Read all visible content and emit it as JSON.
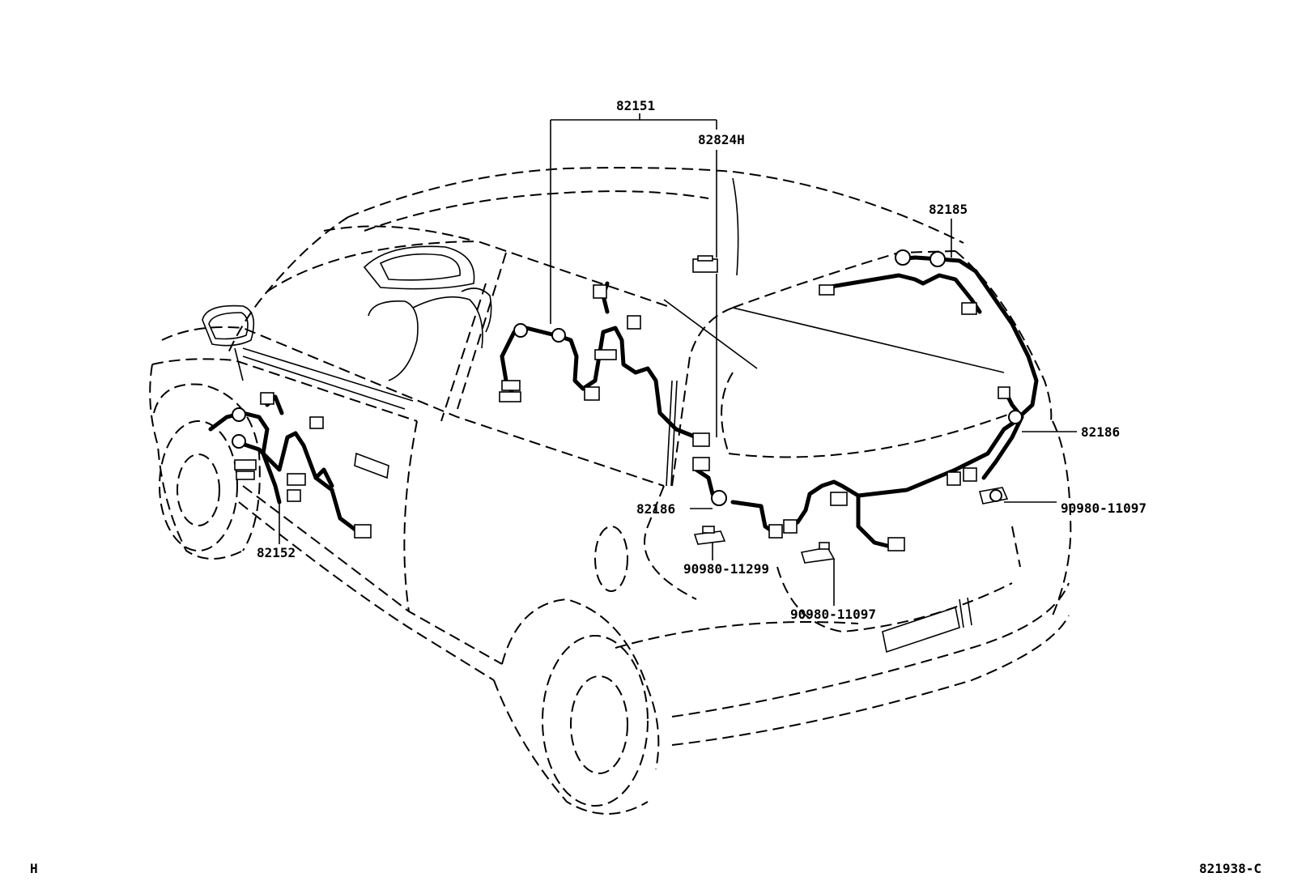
{
  "diagram": {
    "callouts": {
      "main_harness": "82151",
      "junction_block": "82824H",
      "rear_harness_top": "82185",
      "rear_harness_right": "82186",
      "rear_harness_center": "82186",
      "front_harness": "82152",
      "sensor_center": "90980-11299",
      "sensor_bottom": "90980-11097",
      "sensor_right": "90980-11097"
    },
    "corner_left": "H",
    "corner_right": "821938-C"
  }
}
